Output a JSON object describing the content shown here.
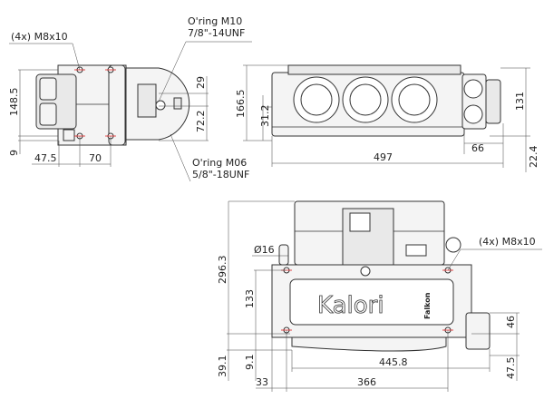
{
  "side_view": {
    "callout_bolts": "(4x) M8x10",
    "callout_oring_top_1": "O'ring M10",
    "callout_oring_top_2": "7/8\"-14UNF",
    "callout_oring_bottom_1": "O'ring M06",
    "callout_oring_bottom_2": "5/8\"-18UNF",
    "dim_height": "148.5",
    "dim_bottom_offset": "9",
    "dim_left": "47.5",
    "dim_bolt_spacing": "70",
    "dim_port_spacing": "29",
    "dim_port_height": "72.2"
  },
  "front_view": {
    "dim_height": "166.5",
    "dim_inner": "31.2",
    "dim_right_height": "131",
    "dim_right_width": "66",
    "dim_width": "497",
    "dim_bottom": "22.4"
  },
  "bottom_view": {
    "dim_total_height": "296.3",
    "dim_diameter": "Ø16",
    "dim_bolt_vertical": "133",
    "dim_lower_1": "39.1",
    "dim_lower_2": "9.1",
    "dim_left_offset": "33",
    "dim_bolt_horizontal": "366",
    "dim_length": "445.8",
    "dim_box_height": "46",
    "dim_box_offset": "47.5",
    "callout_bolts": "(4x) M8x10",
    "brand_logo": "Kalori",
    "model_name": "Falkon"
  }
}
